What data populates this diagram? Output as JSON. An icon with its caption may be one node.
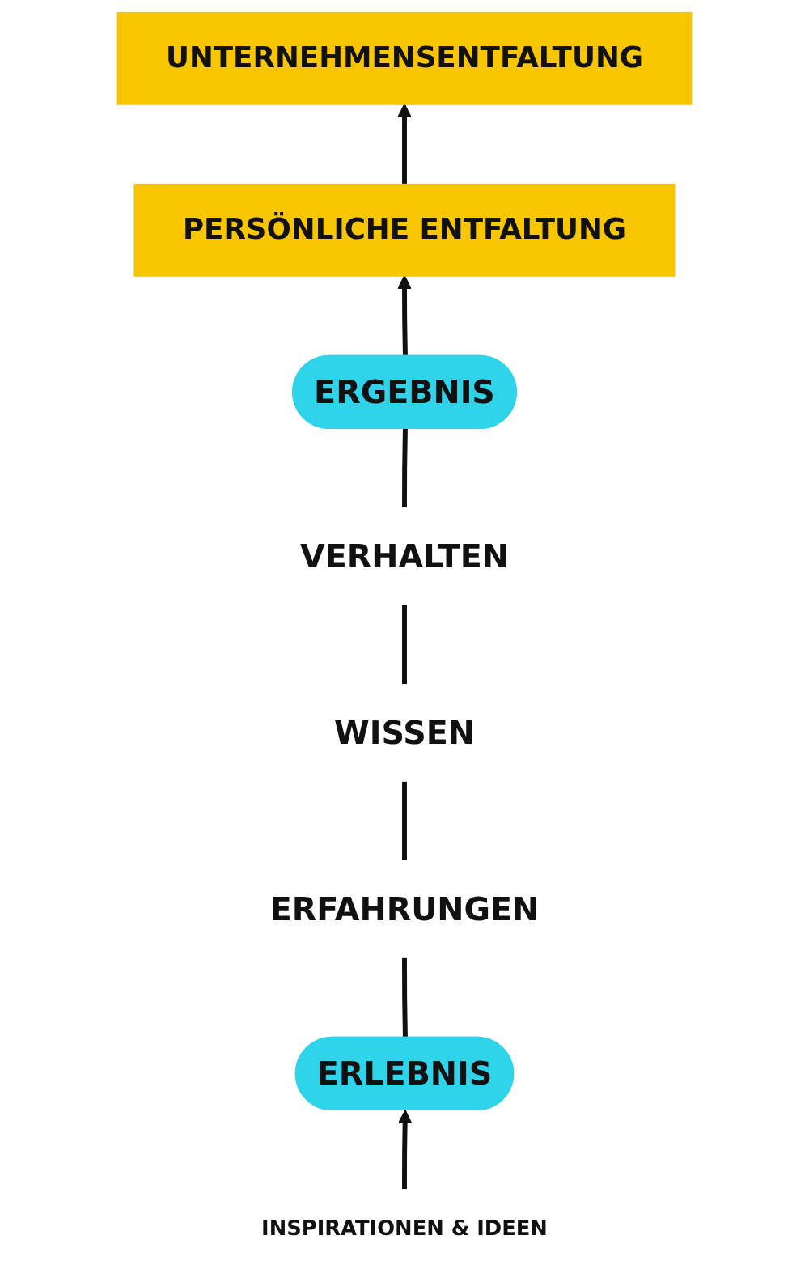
{
  "diagram": {
    "nodes": [
      {
        "text": [
          "UNTERNEHMENSENTFALTUNG"
        ]
      },
      {
        "text": [
          "PERSÖNLICHE ENTFALTUNG"
        ]
      },
      {
        "text": [
          "ERGEBNIS"
        ]
      },
      {
        "text": [
          "VERHALTEN"
        ]
      },
      {
        "text": [
          "WISSEN"
        ]
      },
      {
        "text": [
          "ERFAHRUNGEN"
        ]
      },
      {
        "text": [
          "ERLEBNIS"
        ]
      },
      {
        "text": [
          "INSPIRATIONEN & IDEEN"
        ]
      }
    ],
    "edges": [
      {
        "from": 1,
        "to": 0,
        "arrow": "to"
      },
      {
        "from": 6,
        "to": 5,
        "arrow": "none"
      },
      {
        "from": 5,
        "to": 4,
        "arrow": "none"
      },
      {
        "from": 4,
        "to": 3,
        "arrow": "none"
      },
      {
        "from": 3,
        "to": 2,
        "arrow": "none"
      },
      {
        "from": 2,
        "to": 1,
        "arrow": "to"
      },
      {
        "from": 7,
        "to": 6,
        "arrow": "to"
      }
    ]
  }
}
